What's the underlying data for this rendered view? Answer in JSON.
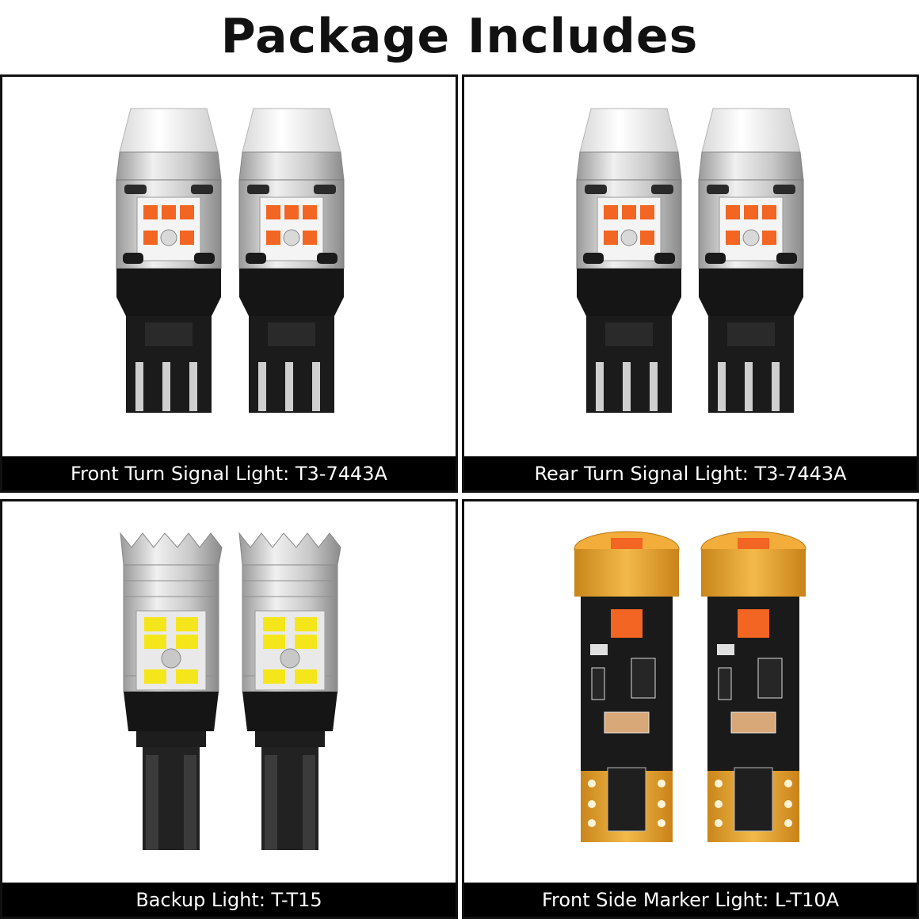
{
  "title": "Package Includes",
  "colors": {
    "amber_led": "#f26522",
    "white_led": "#f5e61c",
    "base_black": "#151515",
    "housing_silver": "#c9c9c9",
    "pcb_gold": "#e8a531"
  },
  "products": [
    {
      "caption": "Front Turn Signal Light: T3-7443A",
      "icon": "t3-7443a-bulb-pair-icon"
    },
    {
      "caption": "Rear Turn Signal Light: T3-7443A",
      "icon": "t3-7443a-bulb-pair-icon"
    },
    {
      "caption": "Backup Light: T-T15",
      "icon": "t-t15-bulb-pair-icon"
    },
    {
      "caption": "Front Side Marker Light: L-T10A",
      "icon": "l-t10a-bulb-pair-icon"
    }
  ]
}
